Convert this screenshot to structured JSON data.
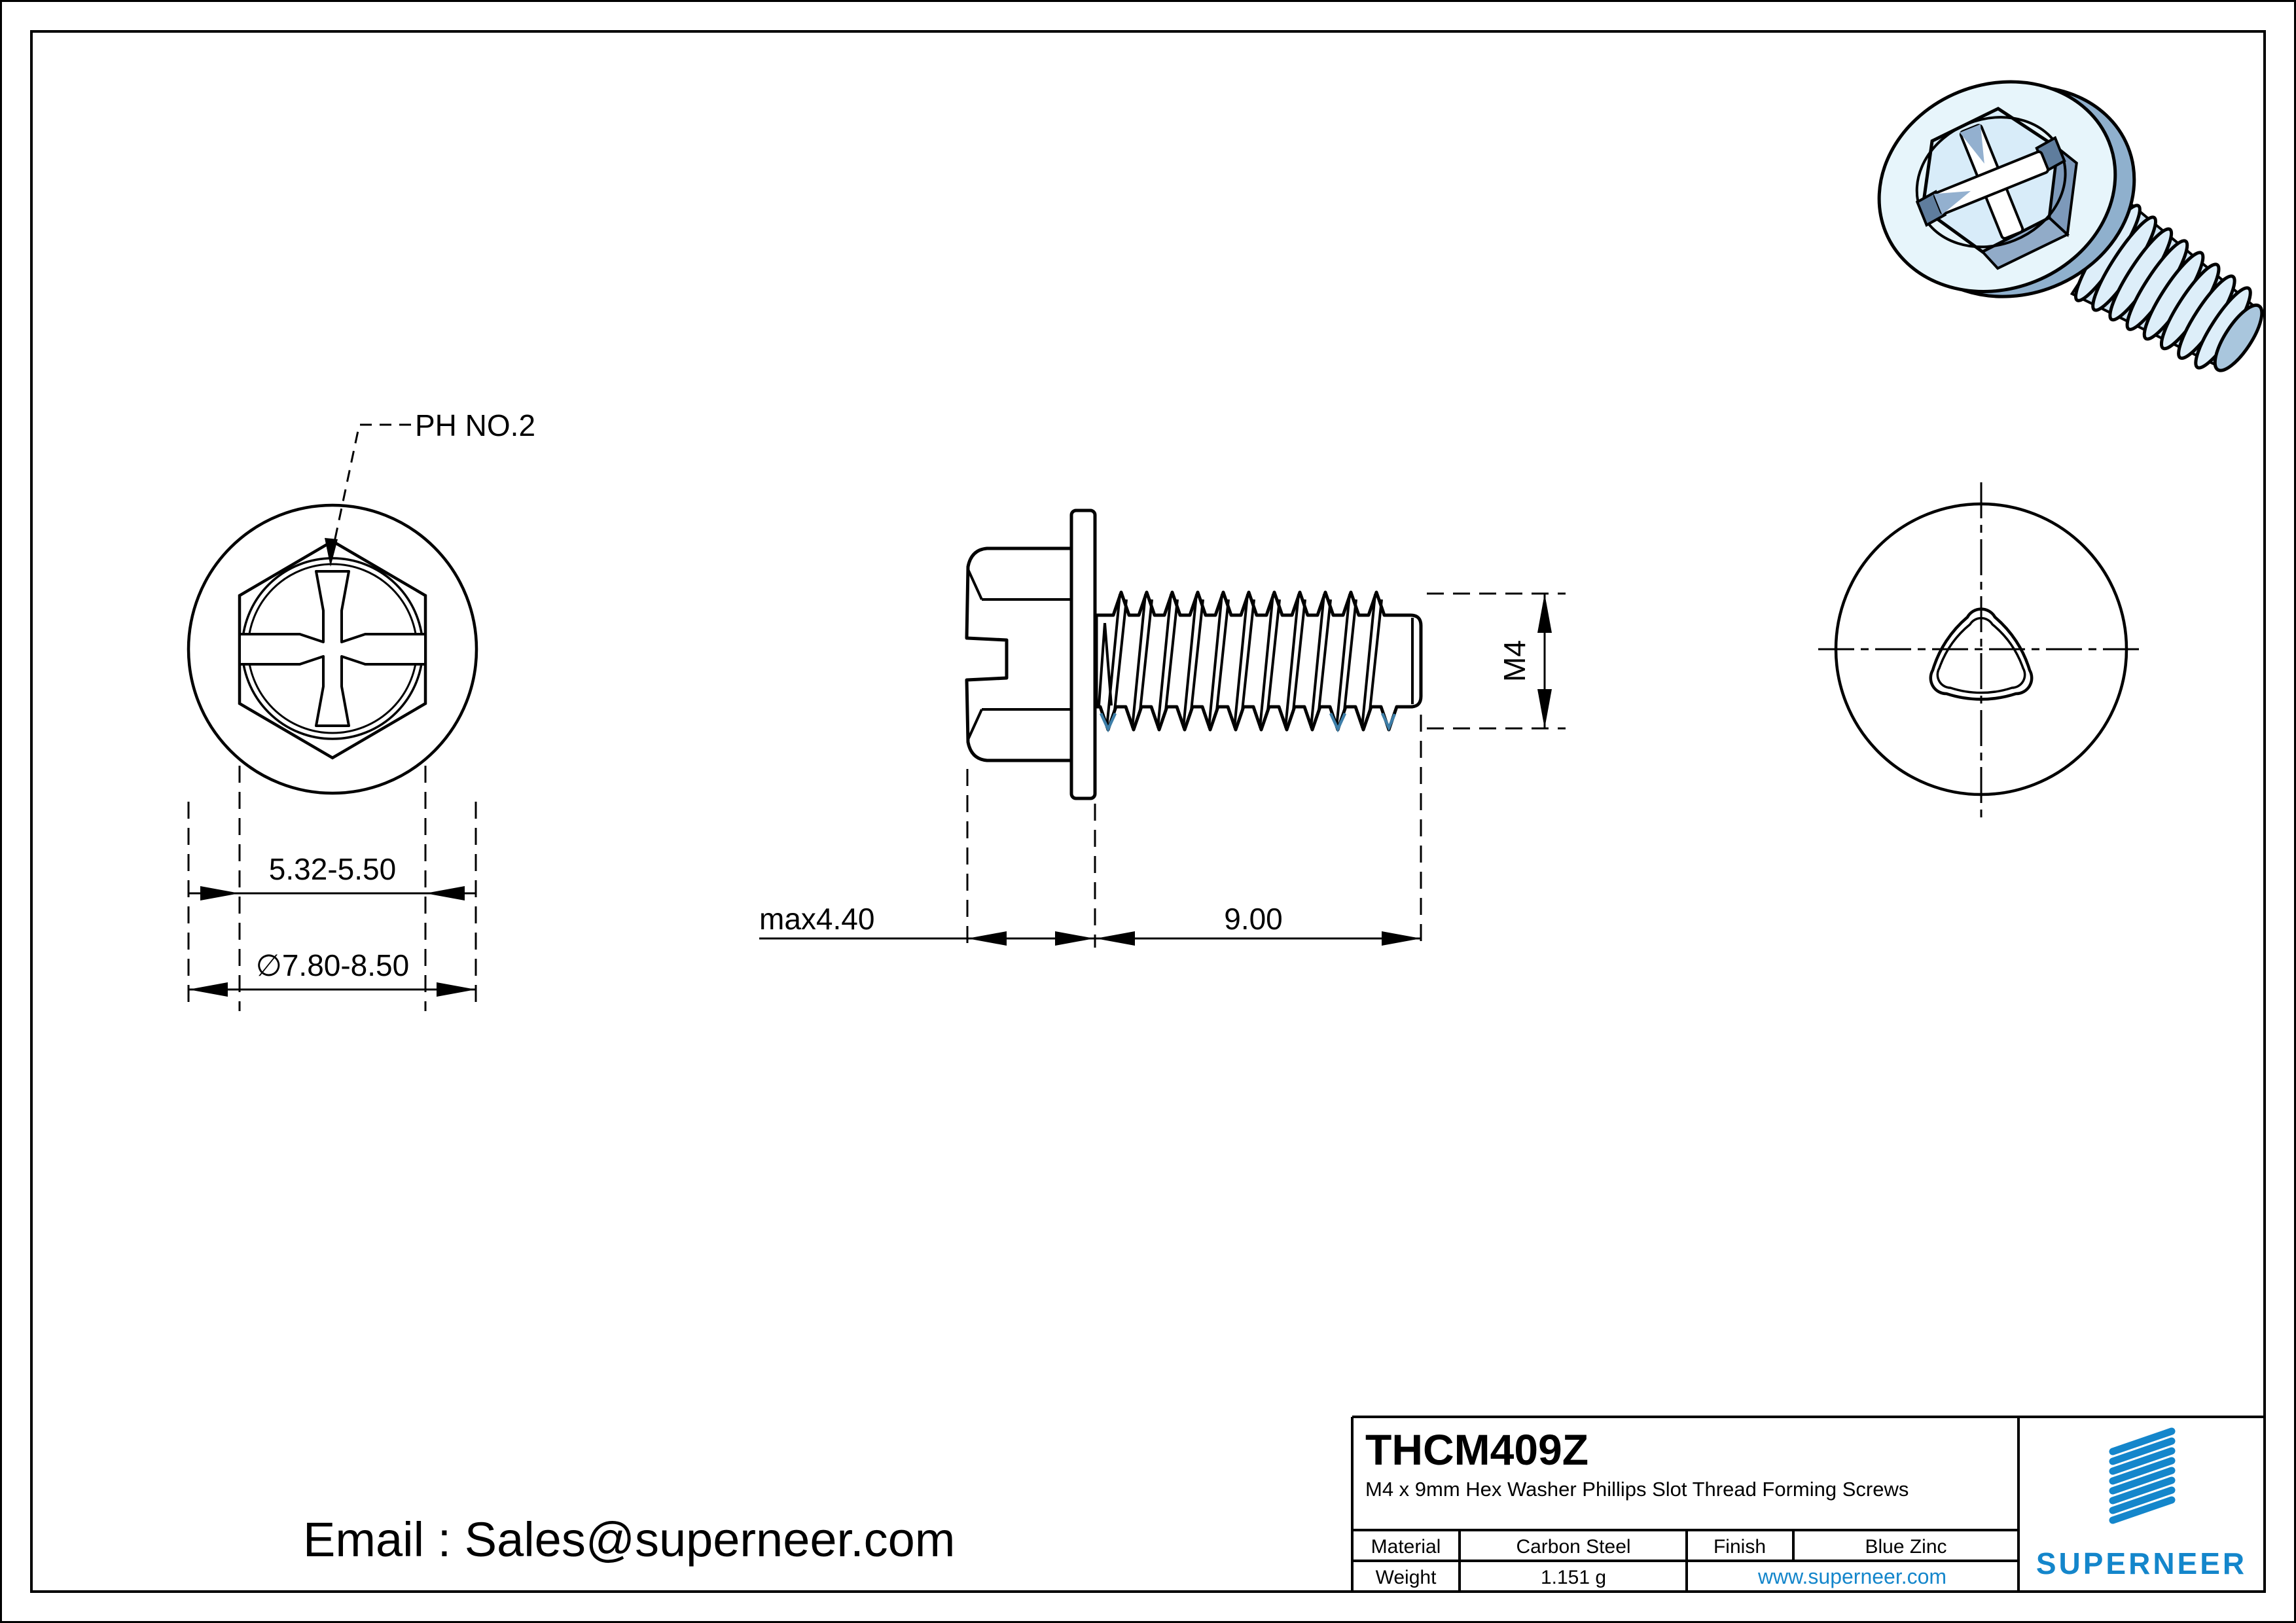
{
  "drawing": {
    "views": {
      "front_view_label": "front view of hex washer head with phillips slot combo drive",
      "side_view_label": "side profile of thread forming screw",
      "back_view_label": "back view with trilobular thread cross-section"
    },
    "annotations": {
      "drive_label": "PH NO.2",
      "dim_across_flats": "5.32-5.50",
      "dim_head_diameter": "∅7.80-8.50",
      "dim_head_height": "max4.40",
      "dim_thread_length": "9.00",
      "dim_thread_size": "M4"
    },
    "colors": {
      "line": "#000000",
      "accent_blue": "#1486cb",
      "thread_root_blue": "#3d7ea8",
      "render_light_blue": "#e7f5fb",
      "render_mid_blue": "#8fb0cd"
    }
  },
  "footer": {
    "email_line": "Email : Sales@superneer.com"
  },
  "title_block": {
    "part_number": "THCM409Z",
    "description": "M4 x 9mm Hex Washer Phillips Slot Thread Forming Screws",
    "material_label": "Material",
    "material_value": "Carbon Steel",
    "finish_label": "Finish",
    "finish_value": "Blue Zinc",
    "weight_label": "Weight",
    "weight_value": "1.151 g",
    "website": "www.superneer.com",
    "brand": "SUPERNEER"
  }
}
